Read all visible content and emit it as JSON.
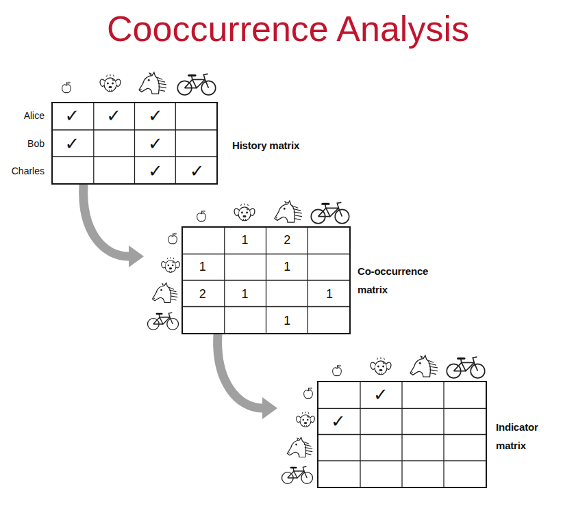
{
  "diagram": {
    "title": "Cooccurrence Analysis",
    "nodes": [
      {
        "text": [
          "History matrix"
        ]
      },
      {
        "text": [
          "Co-occurrence matrix"
        ]
      },
      {
        "text": [
          "Indicator matrix"
        ]
      }
    ],
    "edges": [
      {
        "from": 0,
        "to": 1,
        "arrow": "to"
      },
      {
        "from": 1,
        "to": 2,
        "arrow": "to"
      }
    ],
    "labels": [
      "Alice",
      "Bob",
      "Charles",
      "✓",
      "✓",
      "✓",
      "✓",
      "✓",
      "✓",
      "✓",
      "1",
      "2",
      "1",
      "1",
      "2",
      "1",
      "1",
      "1",
      "✓",
      "✓"
    ]
  }
}
